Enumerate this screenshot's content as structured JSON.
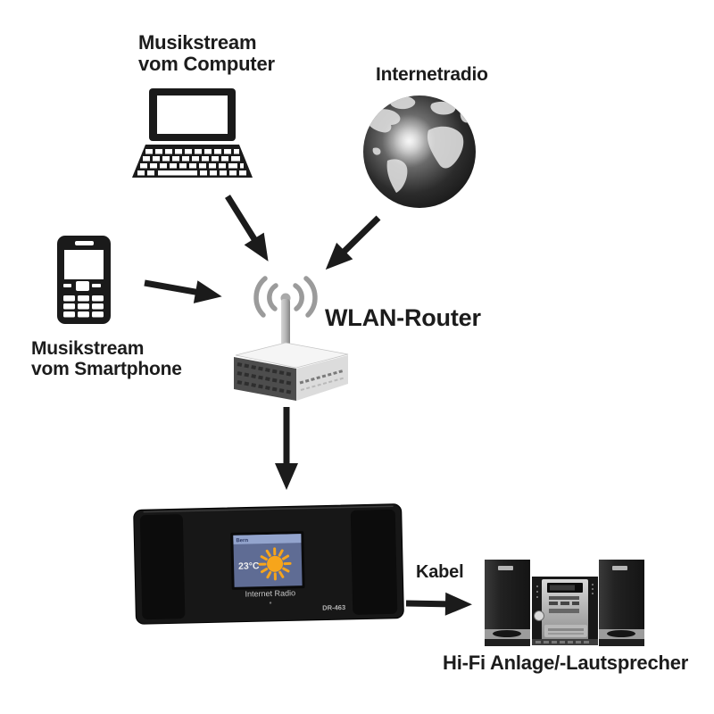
{
  "nodes": {
    "computer": {
      "icon": "laptop-icon",
      "label_line1": "Musikstream",
      "label_line2": "vom Computer"
    },
    "internetradio": {
      "icon": "globe-icon",
      "label": "Internetradio"
    },
    "smartphone": {
      "icon": "mobile-phone-icon",
      "label_line1": "Musikstream",
      "label_line2": "vom Smartphone"
    },
    "router": {
      "icon": "wifi-router-icon",
      "label": "WLAN-Router"
    },
    "internet_radio_device": {
      "screen": {
        "city": "Bern",
        "temperature": "23°C",
        "weather_icon": "sun-icon"
      },
      "device_label": "Internet Radio",
      "model": "DR-463"
    },
    "hifi": {
      "icon": "hifi-system-icon",
      "label": "Hi-Fi Anlage/-Lautsprecher"
    }
  },
  "connections": {
    "cable_label": "Kabel"
  },
  "colors": {
    "arrow": "#1b1b1b",
    "icon_black": "#1a1a1a",
    "screen_bg": "#5f6c94",
    "screen_bar": "#93a4cd",
    "sun": "#f7a51b",
    "device_body": "#171717"
  }
}
